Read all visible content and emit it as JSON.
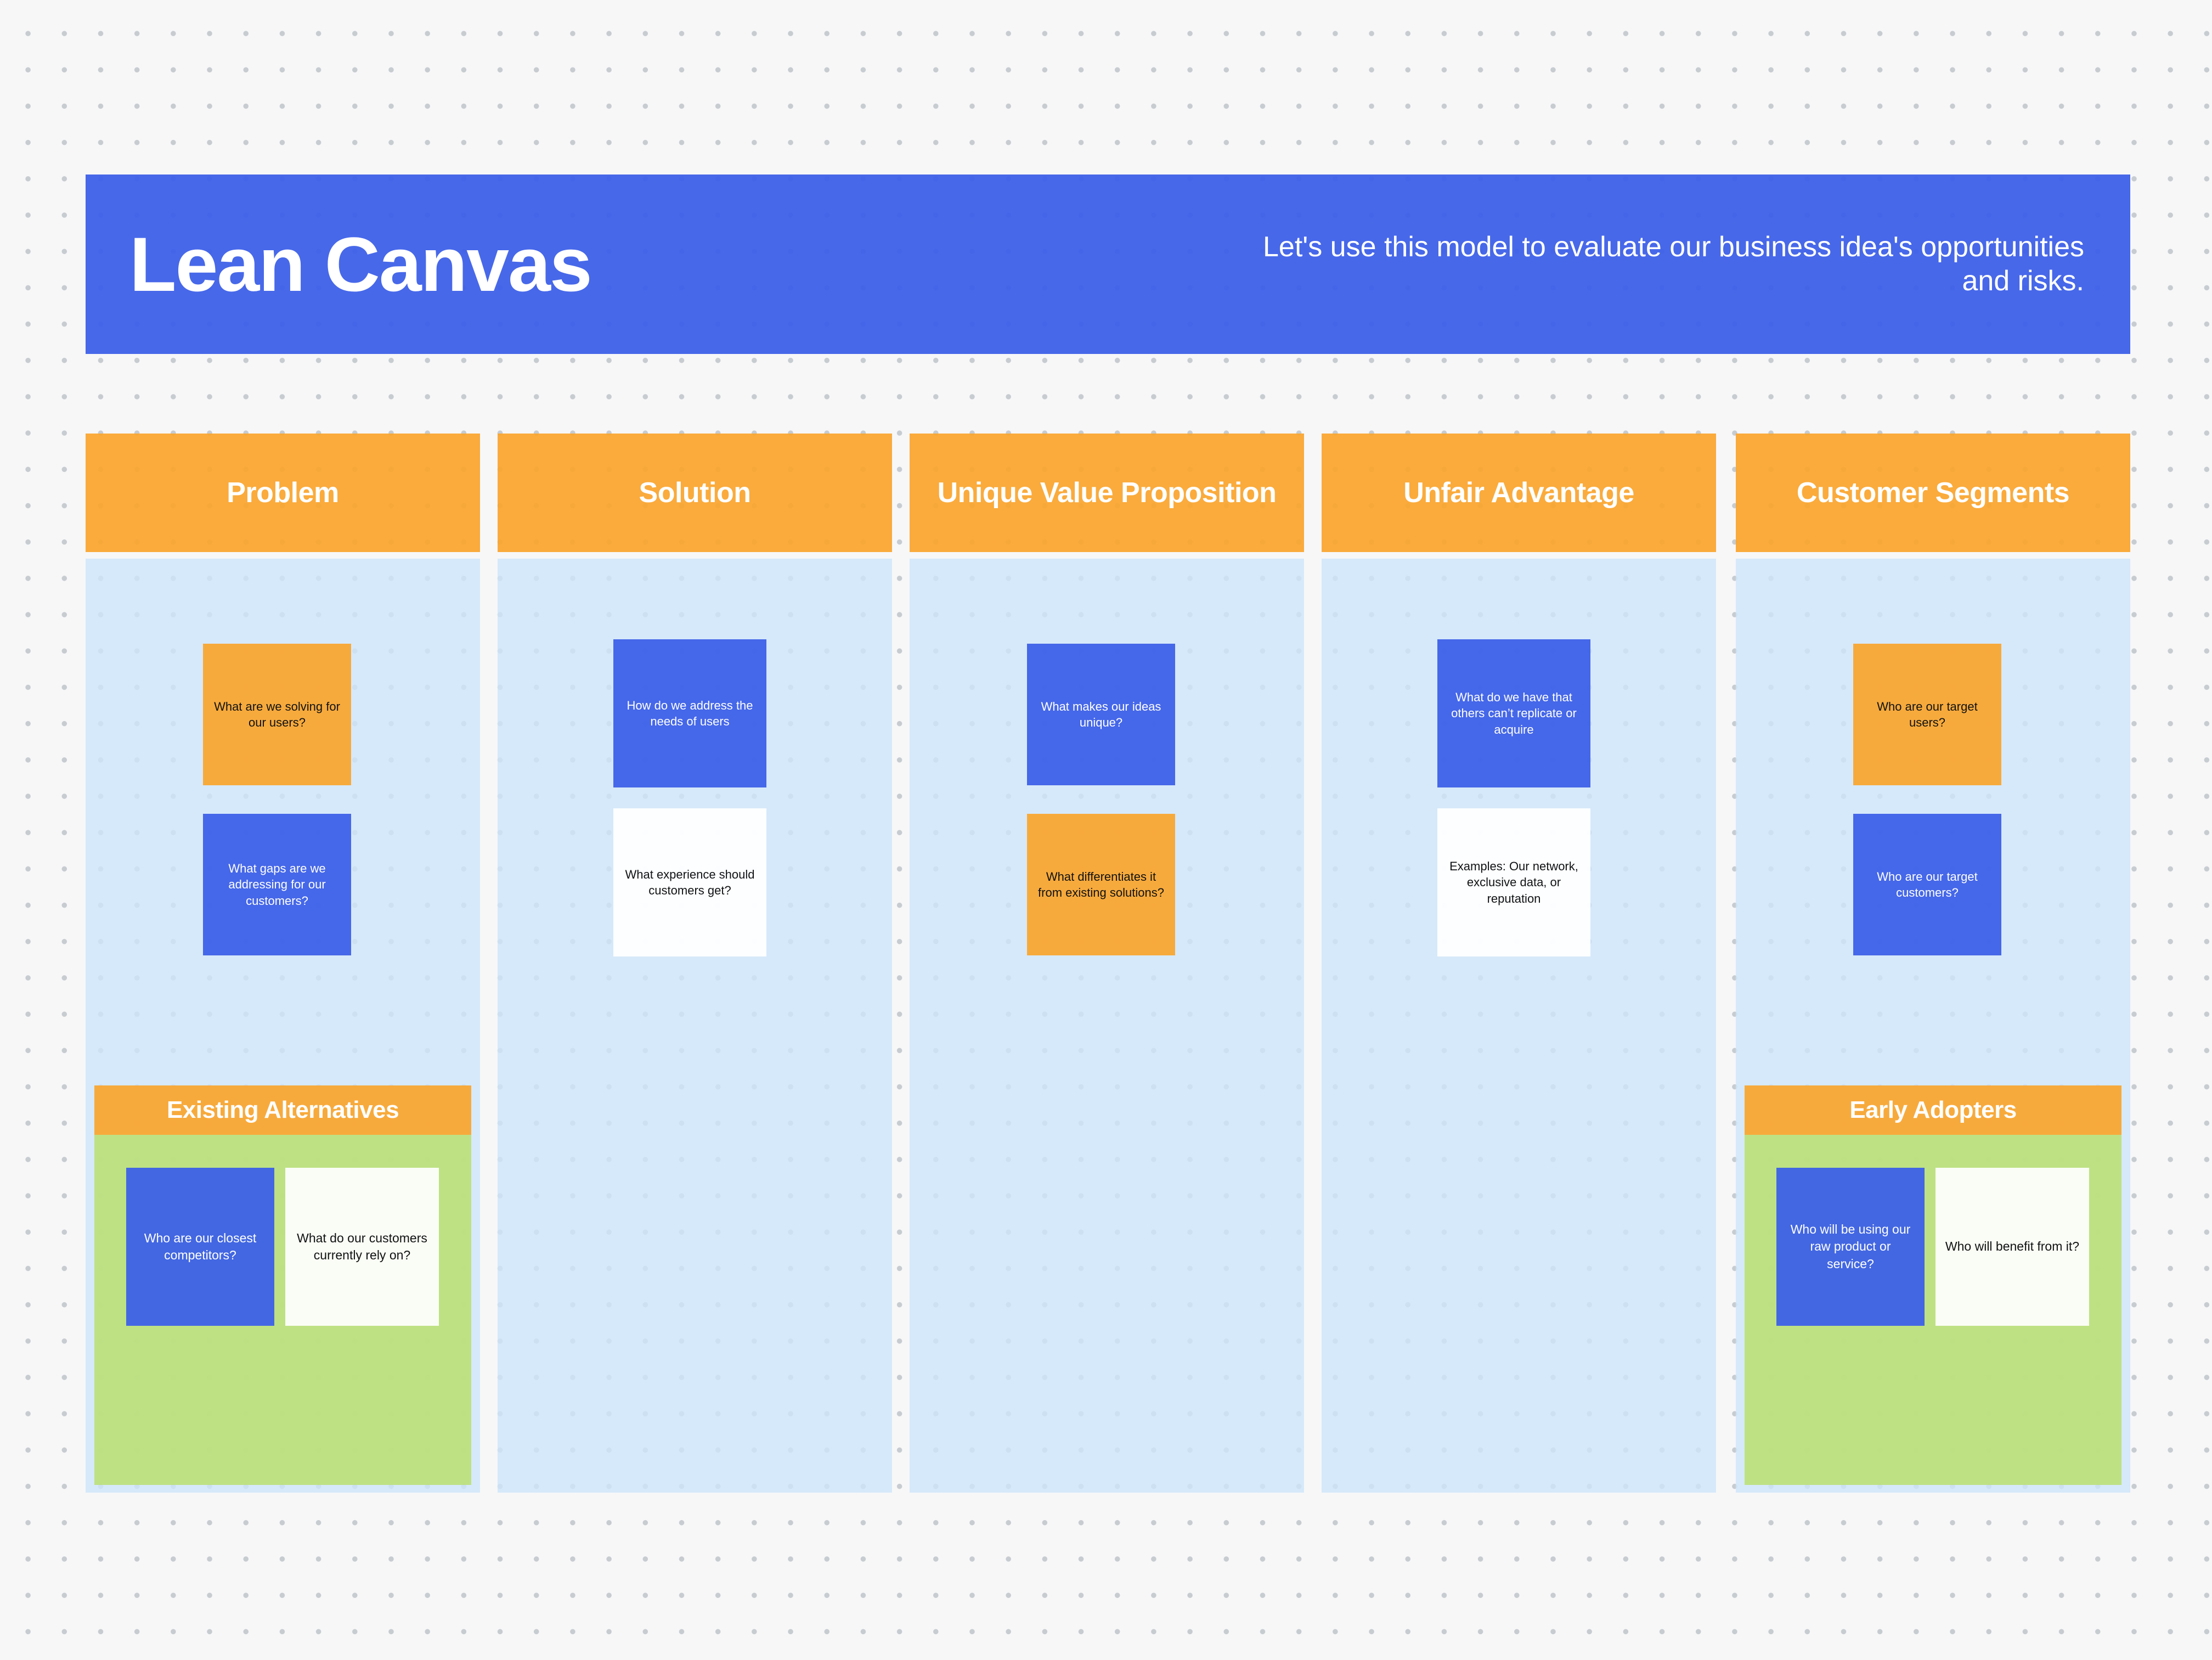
{
  "header": {
    "title": "Lean Canvas",
    "subtitle": "Let's use this model to evaluate our business idea's opportunities and risks."
  },
  "colors": {
    "background": "#f7f7f8",
    "dot_grid": "#c7ccd1",
    "brand_blue": "#3b5fe8",
    "accent_orange": "#faa52d",
    "panel_light_blue": "#cde5fa",
    "accent_green": "#bce079",
    "note_white": "#ffffff",
    "text_dark": "#101213",
    "text_light": "#ffffff"
  },
  "columns": [
    {
      "id": "problem",
      "header": "Problem",
      "notes": [
        {
          "style": "orange",
          "text": "What are we solving for our users?"
        },
        {
          "style": "blue",
          "text": "What gaps are we addressing for our customers?"
        }
      ],
      "subpanel": {
        "header": "Existing Alternatives",
        "notes": [
          {
            "style": "blue",
            "text": "Who are our closest competitors?"
          },
          {
            "style": "white",
            "text": "What do our customers currently rely on?"
          }
        ]
      }
    },
    {
      "id": "solution",
      "header": "Solution",
      "notes": [
        {
          "style": "blue",
          "text": "How do we address the needs of users"
        },
        {
          "style": "white",
          "text": "What experience should customers get?"
        }
      ],
      "subpanel": null
    },
    {
      "id": "unique-value-proposition",
      "header": "Unique Value Proposition",
      "notes": [
        {
          "style": "blue",
          "text": "What makes our ideas unique?"
        },
        {
          "style": "orange",
          "text": "What differentiates it from existing solutions?"
        }
      ],
      "subpanel": null
    },
    {
      "id": "unfair-advantage",
      "header": "Unfair Advantage",
      "notes": [
        {
          "style": "blue",
          "text": "What do we have that others can’t replicate or acquire"
        },
        {
          "style": "white",
          "text": "Examples: Our network, exclusive data, or reputation"
        }
      ],
      "subpanel": null
    },
    {
      "id": "customer-segments",
      "header": "Customer Segments",
      "notes": [
        {
          "style": "orange",
          "text": "Who are our target users?"
        },
        {
          "style": "blue",
          "text": "Who are our target customers?"
        }
      ],
      "subpanel": {
        "header": "Early Adopters",
        "notes": [
          {
            "style": "blue",
            "text": "Who will be using our raw product or service?"
          },
          {
            "style": "white",
            "text": "Who will benefit from it?"
          }
        ]
      }
    }
  ]
}
